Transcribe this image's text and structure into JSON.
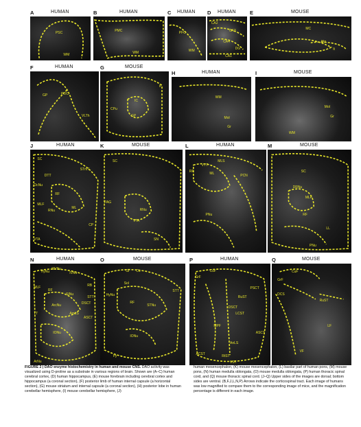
{
  "figure": {
    "accent_color": "#e8e62a",
    "panels": [
      {
        "id": "A",
        "title": "HUMAN",
        "annotations": [
          "PSC",
          "WM"
        ]
      },
      {
        "id": "B",
        "title": "HUMAN",
        "annotations": [
          "PMC",
          "WM"
        ]
      },
      {
        "id": "C",
        "title": "HUMAN",
        "annotations": [
          "PFC",
          "WM"
        ]
      },
      {
        "id": "D",
        "title": "HUMAN",
        "annotations": [
          "CA2",
          "CA3",
          "CA4",
          "DG",
          "CA1"
        ]
      },
      {
        "id": "E",
        "title": "MOUSE",
        "annotations": [
          "MC",
          "Hip",
          "lt"
        ]
      },
      {
        "id": "F",
        "title": "HUMAN",
        "annotations": [
          "GP",
          "PLIC",
          "VLTh"
        ]
      },
      {
        "id": "G",
        "title": "MOUSE",
        "annotations": [
          "CPu",
          "IC",
          "GP",
          "lt"
        ]
      },
      {
        "id": "H",
        "title": "HUMAN",
        "annotations": [
          "WM",
          "Mol",
          "Gr"
        ]
      },
      {
        "id": "I",
        "title": "MOUSE",
        "annotations": [
          "Mol",
          "Gr",
          "WM"
        ]
      },
      {
        "id": "J",
        "title": "HUMAN",
        "annotations": [
          "SC",
          "DTT",
          "OcNu",
          "STmT",
          "RF",
          "MLF",
          "RNu",
          "ML",
          "VTA",
          "CP"
        ]
      },
      {
        "id": "K",
        "title": "MOUSE",
        "annotations": [
          "SC",
          "PAG",
          "RNu",
          "VTA",
          "SN"
        ]
      },
      {
        "id": "L",
        "title": "HUMAN",
        "annotations": [
          "RF",
          "VTT",
          "ML",
          "MLS",
          "PCN",
          "PNu"
        ]
      },
      {
        "id": "M",
        "title": "MOUSE",
        "annotations": [
          "SC",
          "DRNu",
          "MLF",
          "RF",
          "LL",
          "PNu"
        ]
      },
      {
        "id": "N",
        "title": "HUMAN",
        "annotations": [
          "HyNu",
          "MVNu",
          "IVNu",
          "MLF",
          "RF",
          "RB",
          "SINu",
          "STT",
          "ArcNu",
          "DSCT",
          "TT",
          "AmLS",
          "ASCT",
          "IONu",
          "ArNu"
        ]
      },
      {
        "id": "O",
        "title": "MOUSE",
        "annotations": [
          "Gr",
          "Cu",
          "Sol",
          "HyNu",
          "RF",
          "STT",
          "STNu",
          "IONu",
          "Py"
        ]
      },
      {
        "id": "P",
        "title": "HUMAN",
        "annotations": [
          "GrF",
          "CuF",
          "PSCT",
          "RuST",
          "DSCT",
          "LCST",
          "MPF",
          "ASCT",
          "AnLS",
          "ACST",
          "RtST",
          "VST"
        ]
      },
      {
        "id": "Q",
        "title": "MOUSE",
        "annotations": [
          "GrF",
          "CuF",
          "DCS",
          "RuST",
          "LF",
          "VF"
        ]
      }
    ]
  },
  "caption": {
    "title": "FIGURE 2 | DAO enzyme histochemistry in human and mouse CNS.",
    "left": "DAO activity was visualized using D-proline as a substrate in various regions of brain. Shown are (A–C) human cerebral cortex, (D) human hippocampus, (E) mouse forebrain including cerebral cortex and hippocampus (a coronal section), (F) posterior limb of human internal capsule (a horizontal section), (G) mouse striatum and internal capsule (a coronal section), (H) posterior lobe in human cerebellar hemisphere, (I) mouse cerebellar hemisphere, (J)",
    "right": "human mesencephalon, (K) mouse mesencephalon, (L) basilar part of human pons, (M) mouse pons, (N) human medulla oblongata, (O) mouse medulla oblongata, (P) human thoracic spinal cord, and (Q) mouse thoracic spinal cord. (J–Q) Upper sides of the images are dorsal; bottom sides are ventral. (B,F,J,L,N,P) Arrows indicate the corticospinal tract. Each image of humans was low magnified to compare them to the corresponding image of mice, and the magnification percentage is different in each image."
  }
}
